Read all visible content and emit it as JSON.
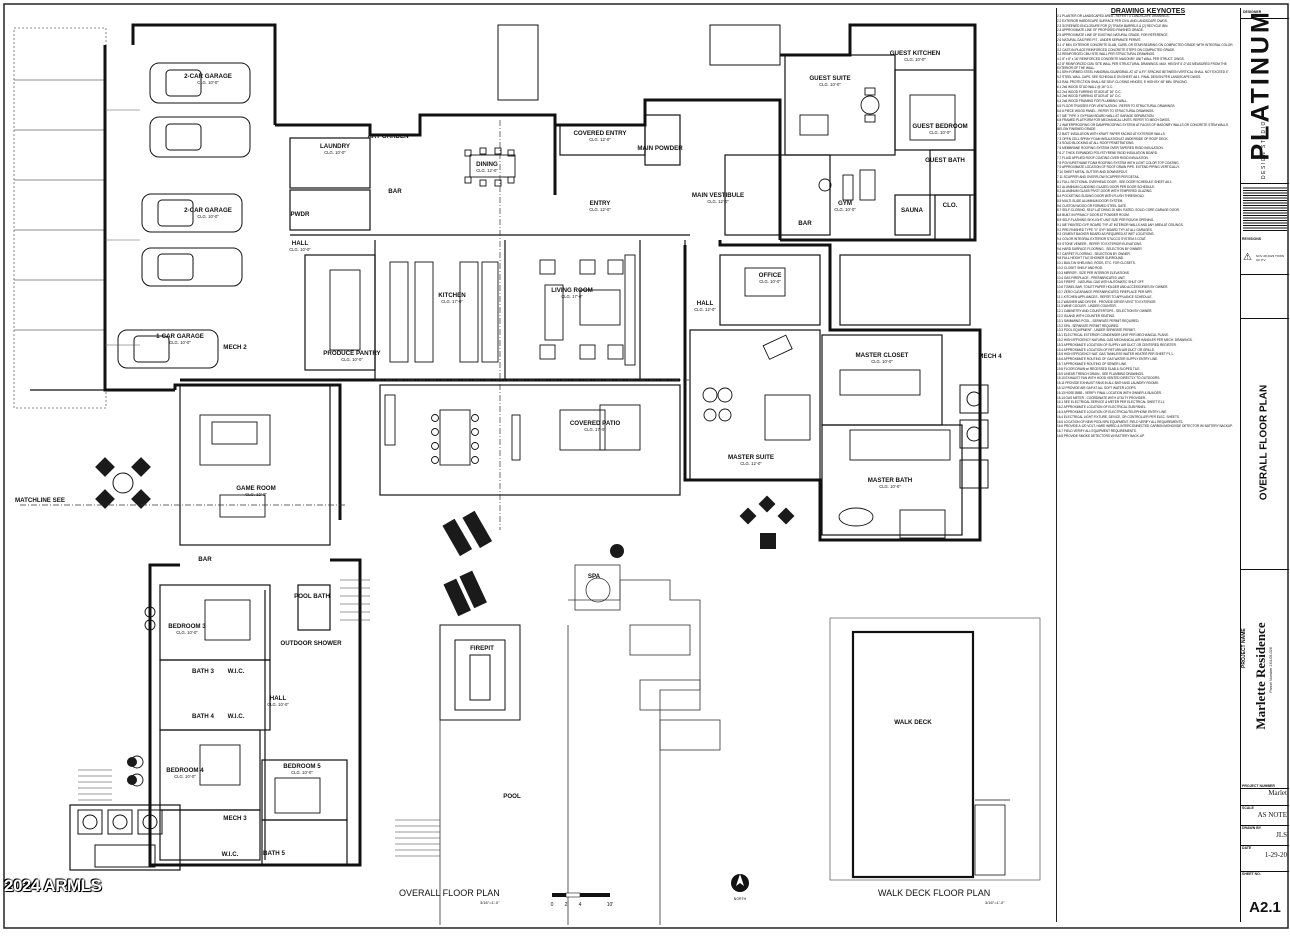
{
  "watermark": "2024 ARMLS",
  "sheet_number": "A2.1",
  "notes_title": "DRAWING KEYNOTES",
  "notes_lines": [
    "2.1 PLANTER OR LANDSCAPED AREA - REFER TO LANDSCAPE DRAWINGS.",
    "2.2 EXTERIOR HARDSCAPE SURFACE PER CIVIL AND LANDSCAPE DWGS.",
    "2.3 SCREENED ENCLOSURE FOR (2) TRASH BARRELS & (2) RECYCLE BIN.",
    "2.4 APPROXIMATE LINE OF PROPOSED FINISHED GRADE.",
    "2.5 APPROXIMATE LINE OF EXISTING NATURAL GRADE, FOR REFERENCE.",
    "2.6 NATURAL GAS FIRE PIT - UNDER SEPARATE PERMIT.",
    "3.1 4\" MIN. EXTERIOR CONCRETE SLAB, CURB, OR STAIR BEARING ON COMPACTED GRADE WITH INTEGRAL COLOR.",
    "3.2 CAST-IN-PLACE REINFORCED CONCRETE STEPS ON COMPACTED GRADE.",
    "3.3 REINFORCED CMU SITE WALL PER STRUCTURAL DRAWINGS.",
    "4.1 8\" x 8\" x 16\" REINFORCED CONCRETE MASONRY UNIT WALL PER STRUCT. DWGS.",
    "4.2 8\" REINFORCED CMU SITE WALL PER STRUCTURAL DRAWINGS. MAX. HEIGHT 6'-0\" AS MEASURED FROM THE EXTERIOR OF THE WALL.",
    "5.1 80% FORMED STEEL HANDRAIL/GUARDRAIL AT 42\" A.F.F. SPACING BETWEEN VERTICAL SHALL NOT EXCEED 4\".",
    "5.2 STEEL WALL CAPS. SEE SCHEDULE ON SHEET A6.1. FINAL DESIGN PER LANDSCAPE DWGS.",
    "5.3 RAIL PROTECTION SHALL BE SELF-CLOSING HINGES, 5' HIGH BY 48\" MIN. SPACING.",
    "6.1 2x6 WOOD STUD WALL @ 16\" O.C.",
    "6.2 2x4 WOOD FURRING STUDS AT 16\" O.C.",
    "6.3 2x6 WOOD FURRING STUDS AT 16\" O.C.",
    "6.4 2x8 WOOD FRAMING FOR PLUMBING WALL.",
    "6.5 FLOOR TRUSSES FOR VENTILATION - REFER TO STRUCTURAL DRAWINGS.",
    "6.6 6 PIECE WOOD PANEL - REFER TO STRUCTURAL DRAWINGS.",
    "6.7 5/8\" TYPE X GYPSUM BOARD WALL AT GARAGE SEPARATION.",
    "6.8 FRAMED PLATFORM FOR MECHANICAL UNITS. REFER TO MECH DWGS.",
    "7.1 WATERPROOFING OR DAMPPROOFING SYSTEM AT FACES OF MASONRY WALLS OR CONCRETE STEM WALLS BELOW FINISHED GRADE.",
    "7.2 BATT INSULATION WITH KRAFT PAPER FACING AT EXTERIOR WALLS.",
    "7.3 OPEN CELL SPRAY FOAM INSULATION AT UNDERSIDE OF ROOF DECK.",
    "7.4 SOLID BLOCKING AT ALL ROOF PENETRATIONS.",
    "7.5 MEMBRANE ROOFING SYSTEM OVER TAPERED RIGID INSULATION.",
    "7.6 2\" THICK EXPANDED POLYSTYRENE RIGID INSULATION BOARD.",
    "7.7 FLUID APPLIED ROOF COATING OVER RIGID INSULATION.",
    "7.8 POLYURETHANE FOAM ROOFING SYSTEM WITH LIGHT COLOR TOP COATING.",
    "7.9 APPROXIMATE LOCATION OF ROOF DRAIN PIPE. EXTEND PIPING VERTICALLY.",
    "7.10 SHEET METAL GUTTER AND DOWNSPOUT.",
    "7.11 SCUPPER AND OVERFLOW SCUPPER PER DETAIL.",
    "8.1 FULL SECTIONAL OVERHEAD DOOR - SEE DOOR SCHEDULE SHEET A6.1.",
    "8.2 ALUMINUM CLADDING GLAZED DOOR PER DOOR SCHEDULE.",
    "8.3 ALUMINUM GLASS PIVOT DOOR WITH TEMPERED GLAZING.",
    "8.4 POCKETING SLIDING DOOR WITH FLUSH THRESHOLD.",
    "8.5 MULTI-SLIDE ALUMINUM DOOR SYSTEM.",
    "8.6 CUSTOM WOOD OR FORMED STEEL GATE.",
    "8.7 SELF-CLOSING, SELF-LATCHING 20 MIN. RATED, SOLID CORE GARAGE DOOR.",
    "8.8 BUILT-IN PRIVACY DOOR AT POWDER ROOM.",
    "8.9 SELF-FLASHING SKYLIGHT UNIT SIZE PER ROUGH OPENING.",
    "9.1 5/8\" PAINTED GYP. BOARD TYP. AT INTERIOR WALLS AND ANY AREA AT CEILINGS.",
    "9.2 PRE-FINISHED TYPE \"X\" GYP. BOARD TYP. AT ALL GARAGES.",
    "9.3 CEMENT BACKER BOARD AS REQUIRED AT WET LOCATIONS.",
    "9.4 COLOR INTEGRAL EXTERIOR STUCCO SYSTEM 3 COAT.",
    "9.5 STONE VENEER - REFER TO EXTERIOR ELEVATIONS.",
    "9.6 HARD SURFACE FLOORING - SELECTION BY OWNER.",
    "9.7 CARPET FLOORING - SELECTION BY OWNER.",
    "9.8 FULL HEIGHT TILE SHOWER SURROUND.",
    "10.1 BUILT-IN SHELVING, RODS, ETC. FOR CLOSETS.",
    "10.2 CLOSET SHELF AND ROD.",
    "10.3 MIRROR - SIZE PER INTERIOR ELEVATIONS.",
    "10.4 GAS FIREPLACE - PREFABRICATED UNIT.",
    "10.5 FIREPIT - NATURAL GAS WITH AUTOMATIC SHUT OFF.",
    "10.6 TOWEL BAR, TOILET PAPER HOLDER AND ACCESSORIES BY OWNER.",
    "10.7 ZERO CLEARANCE PREFABRICATED FIREPLACE PER MFR.",
    "11.1 KITCHEN APPLIANCES - REFER TO APPLIANCE SCHEDULE.",
    "11.2 WASHER AND DRYER - PROVIDE DRYER VENT TO EXTERIOR.",
    "11.3 WINE COOLER - UNDER COUNTER.",
    "12.1 CABINETRY AND COUNTERTOPS - SELECTION BY OWNER.",
    "12.2 ISLAND WITH COUNTER SEATING.",
    "13.1 SWIMMING POOL - SEPARATE PERMIT REQUIRED.",
    "13.2 SPA - SEPARATE PERMIT REQUIRED.",
    "13.3 POOL EQUIPMENT - UNDER SEPARATE PERMIT.",
    "15.1 ELECTRICAL EXTERIOR CONDENSER UNIT PER MECHANICAL PLANS.",
    "15.2 HIGH EFFICIENCY NATURAL GAS MECHANICAL AIR HANDLER PER MECH. DRAWINGS.",
    "15.3 APPROXIMATE LOCATION OF SUPPLY AIR DUCT OR CENTERED REGISTER.",
    "15.4 APPROXIMATE LOCATION OF RETURN AIR DUCT OR GRILLE.",
    "15.5 HIGH EFFICIENCY NAT. GAS TANKLESS WATER HEATER PER SHEET P1.1.",
    "15.6 APPROXIMATE ROUTING OF GAS WATER SUPPLY ENTRY LINE.",
    "15.7 APPROXIMATE ROUTING OF SEWER LINE.",
    "15.8 FLOOR DRAIN w/ RECESSED SLAB & SLOPED TILE.",
    "15.9 LINEAR TRENCH DRAIN - SEE PLUMBING DRAWINGS.",
    "15.10 EXHAUST FAN WITH HOOD VENTED DIRECTLY TO OUTDOORS.",
    "15.11 PROVIDE EXHAUST FANS IN ALL BATH AND LAUNDRY ROOMS.",
    "15.12 PROVIDE AIR GAP AT ALL SOFT WATER LOOPS.",
    "15.13 HOSE BIBB - VERIFY FINAL LOCATION WITH OWNER & BUILDER.",
    "15.14 GAS METER - COORDINATE WITH UTILITY PROVIDER.",
    "16.1 SEE ELECTRICAL SERVICE & METER PER ELECTRICAL SHEET E1.1.",
    "16.2 APPROXIMATE LOCATION OF ELECTRICAL SUB PANEL.",
    "16.3 APPROXIMATE LOCATION OF ELECTRICAL/TELEPHONE ENTRY LINE.",
    "16.4 ELECTRICAL LIGHT FIXTURE, DEVICE, OR CONTROLLER PER ELEC. SHEETS.",
    "16.5 LOCATION OF NEW POOL/SPA EQUIPMENT. FIELD VERIFY ALL REQUIREMENTS.",
    "16.6 PROVIDE A 120 VOLT, HARD WIRED & INTERCONNECTED CARBON MONOXIDE DETECTOR W/ BATTERY BACKUP.",
    "16.7 FIELD VERIFY ALL EQUIPMENT REQUIREMENTS.",
    "16.8 PROVIDE SMOKE DETECTORS W/ BATTERY BACK-UP."
  ],
  "titleblock": {
    "designer_label": "DESIGNER",
    "firm_name": "PLATINUM",
    "firm_sub": "DESIGN STUDIO",
    "revisions_label": "REVISIONS",
    "revision_1": "NOV 28 2023 TOWN OF P.V.",
    "sheet_title": "OVERALL FLOOR PLAN",
    "project_name_label": "PROJECT NAME",
    "project_name": "Marlette Residence",
    "parcel": "Parcel Number 164-05-026",
    "project_number_label": "PROJECT NUMBER",
    "project_number": "Marlet",
    "scale_label": "SCALE",
    "scale": "AS NOTE",
    "drawn_by_label": "DRAWN BY",
    "drawn_by": "JLS",
    "date_label": "DATE",
    "date": "1-29-20",
    "sheet_no_label": "SHEET NO."
  },
  "plan": {
    "overall_title": "OVERALL FLOOR PLAN",
    "overall_scale": "3/16\"=1'-0\"",
    "walk_title": "WALK DECK FLOOR PLAN",
    "walk_scale": "3/16\"=1'-0\"",
    "scale_bar": [
      "0",
      "2",
      "4",
      "10'"
    ],
    "north_label": "NORTH",
    "rooms": [
      {
        "name": "2-CAR GARAGE",
        "clg": "CLG. 10'-0\""
      },
      {
        "name": "2-CAR GARAGE",
        "clg": "CLG. 10'-0\""
      },
      {
        "name": "1-CAR GARAGE",
        "clg": "CLG. 10'-0\""
      },
      {
        "name": "LAUNDRY",
        "clg": "CLG. 10'-0\""
      },
      {
        "name": "ART GARDEN",
        "clg": ""
      },
      {
        "name": "DINING",
        "clg": "CLG. 12'-0\""
      },
      {
        "name": "COVERED ENTRY",
        "clg": "CLG. 12'-0\""
      },
      {
        "name": "MAIN POWDER",
        "clg": ""
      },
      {
        "name": "ENTRY",
        "clg": "CLG. 12'-0\""
      },
      {
        "name": "MAIN VESTIBULE",
        "clg": "CLG. 12'-0\""
      },
      {
        "name": "PWDR",
        "clg": ""
      },
      {
        "name": "BAR",
        "clg": ""
      },
      {
        "name": "HALL",
        "clg": "CLG. 10'-0\""
      },
      {
        "name": "KITCHEN",
        "clg": "CLG. 17'-0\""
      },
      {
        "name": "LIVING ROOM",
        "clg": "CLG. 17'-0\""
      },
      {
        "name": "HALL",
        "clg": "CLG. 12'-0\""
      },
      {
        "name": "PRODUCE PANTRY",
        "clg": "CLG. 10'-0\""
      },
      {
        "name": "MECH 2",
        "clg": ""
      },
      {
        "name": "GUEST SUITE",
        "clg": "CLG. 10'-0\""
      },
      {
        "name": "GUEST KITCHEN",
        "clg": "CLG. 10'-0\""
      },
      {
        "name": "GUEST BEDROOM",
        "clg": "CLG. 10'-0\""
      },
      {
        "name": "GUEST BATH",
        "clg": ""
      },
      {
        "name": "GYM",
        "clg": "CLG. 10'-0\""
      },
      {
        "name": "SAUNA",
        "clg": ""
      },
      {
        "name": "CLO.",
        "clg": ""
      },
      {
        "name": "OFFICE",
        "clg": "CLG. 10'-0\""
      },
      {
        "name": "BAR",
        "clg": ""
      },
      {
        "name": "MASTER CLOSET",
        "clg": "CLG. 10'-0\""
      },
      {
        "name": "MECH 4",
        "clg": ""
      },
      {
        "name": "MASTER SUITE",
        "clg": "CLG. 12'-0\""
      },
      {
        "name": "MASTER BATH",
        "clg": "CLG. 10'-0\""
      },
      {
        "name": "COVERED PATIO",
        "clg": "CLG. 17'-0\""
      },
      {
        "name": "GAME ROOM",
        "clg": "CLG. 12'-0\""
      },
      {
        "name": "MATCHLINE SEE",
        "clg": ""
      },
      {
        "name": "BAR",
        "clg": ""
      },
      {
        "name": "BEDROOM 3",
        "clg": "CLG. 10'-0\""
      },
      {
        "name": "POOL BATH",
        "clg": ""
      },
      {
        "name": "OUTDOOR SHOWER",
        "clg": ""
      },
      {
        "name": "BATH 3",
        "clg": ""
      },
      {
        "name": "W.I.C.",
        "clg": ""
      },
      {
        "name": "BATH 4",
        "clg": ""
      },
      {
        "name": "W.I.C.",
        "clg": ""
      },
      {
        "name": "HALL",
        "clg": "CLG. 10'-0\""
      },
      {
        "name": "BEDROOM 4",
        "clg": "CLG. 10'-0\""
      },
      {
        "name": "BEDROOM 5",
        "clg": "CLG. 10'-0\""
      },
      {
        "name": "MECH 3",
        "clg": ""
      },
      {
        "name": "W.I.C.",
        "clg": ""
      },
      {
        "name": "BATH 5",
        "clg": ""
      },
      {
        "name": "FIREPIT",
        "clg": ""
      },
      {
        "name": "SPA",
        "clg": ""
      },
      {
        "name": "POOL",
        "clg": ""
      },
      {
        "name": "WALK DECK",
        "clg": ""
      }
    ]
  }
}
